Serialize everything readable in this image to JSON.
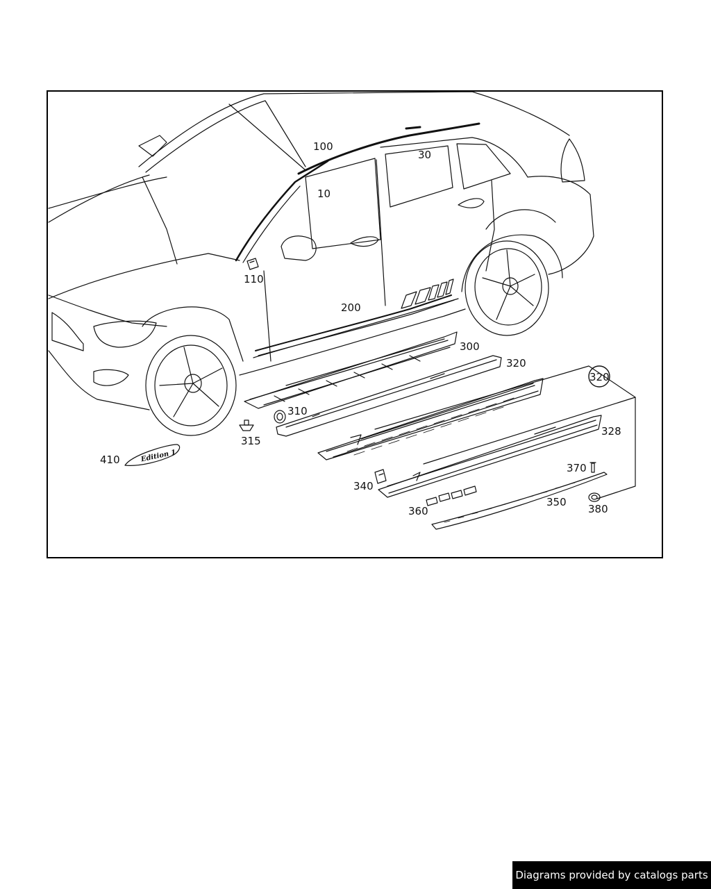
{
  "labels": {
    "p100": "100",
    "p30": "30",
    "p10": "10",
    "p110": "110",
    "p200": "200",
    "p300": "300",
    "p320a": "320",
    "p320b": "320",
    "p310": "310",
    "p315": "315",
    "p328": "328",
    "p410": "410",
    "p370": "370",
    "p340": "340",
    "p350": "350",
    "p360": "360",
    "p380": "380"
  },
  "badge_text": "Edition 1",
  "credit": "Diagrams provided by catalogs parts",
  "colors": {
    "line": "#111111",
    "banner_bg": "#000000",
    "banner_text": "#ffffff"
  }
}
